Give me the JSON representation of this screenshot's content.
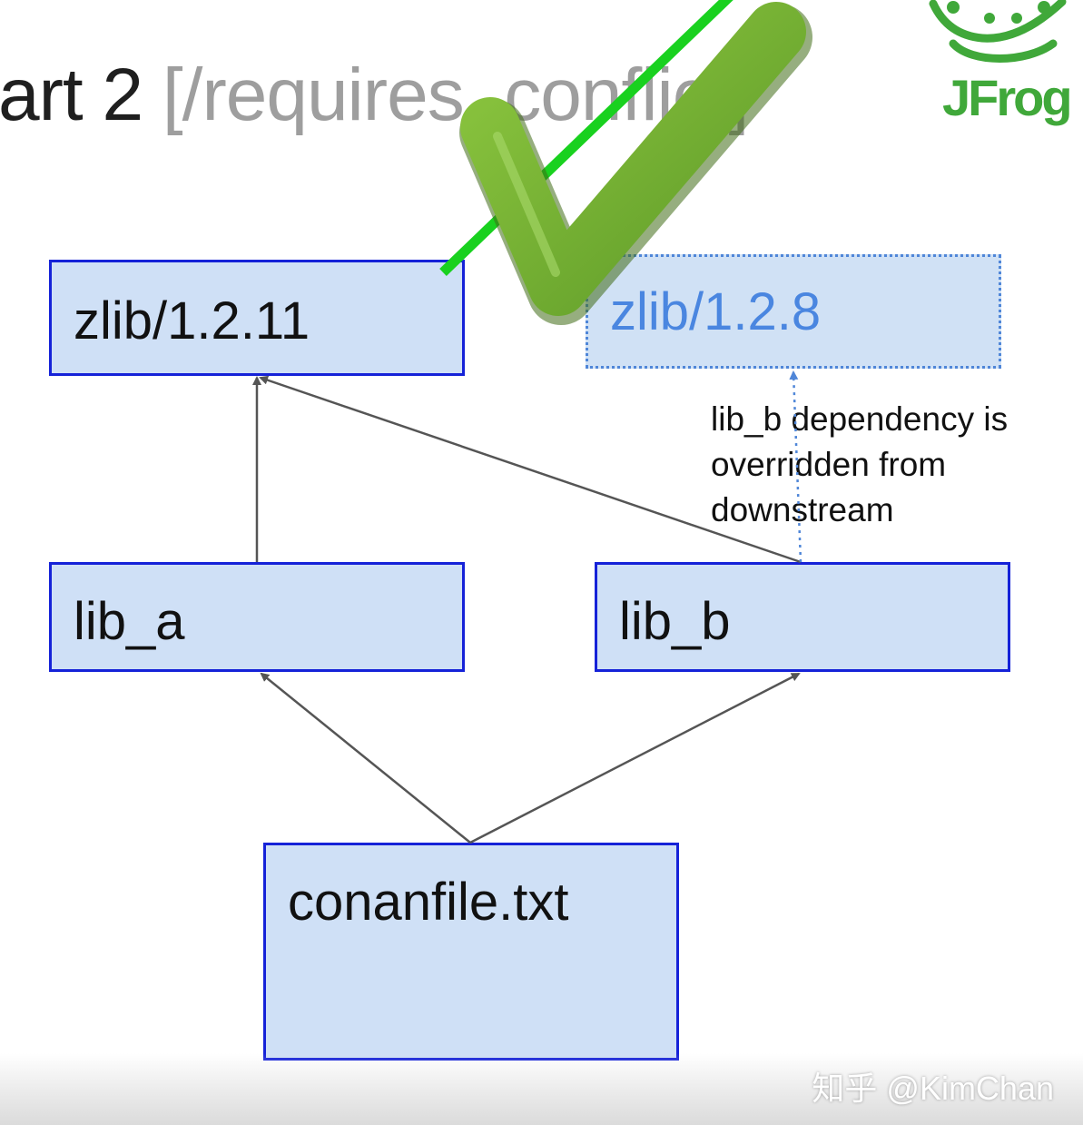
{
  "title": {
    "main": "art 2 ",
    "suffix": "[/requires_conflict]"
  },
  "diagram": {
    "nodes": {
      "zlib_1_2_11": "zlib/1.2.11",
      "zlib_1_2_8": "zlib/1.2.8",
      "lib_a": "lib_a",
      "lib_b": "lib_b",
      "conanfile": "conanfile.txt"
    },
    "note_lines": [
      "lib_b dependency is",
      "overridden from",
      "downstream"
    ]
  },
  "logo": {
    "text": "JFrog",
    "color": "#40a83a"
  },
  "watermark": "知乎 @KimChan",
  "colors": {
    "box_fill": "#cfe0f6",
    "box_border": "#1522d8",
    "overridden_text": "#4a86e0",
    "arrow": "#555555",
    "check_green": "#6aa82e",
    "strike_line": "#19d11f"
  },
  "icons": {
    "check": "checkmark-icon",
    "logo": "frog-logo-icon"
  }
}
